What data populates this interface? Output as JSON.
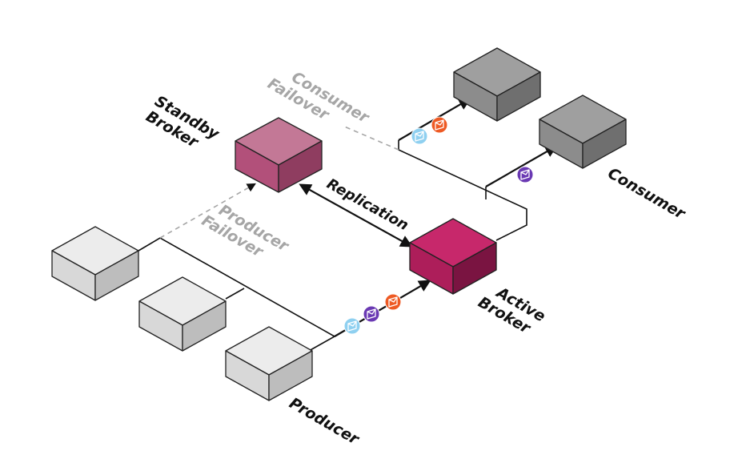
{
  "labels": {
    "standby_broker": [
      "Standby",
      "Broker"
    ],
    "consumer_failover": [
      "Consumer",
      "Failover"
    ],
    "producer_failover": [
      "Producer",
      "Failover"
    ],
    "replication": "Replication",
    "active_broker": [
      "Active",
      "Broker"
    ],
    "consumer": "Consumer",
    "producer": "Producer"
  },
  "colors": {
    "standby_top": "#c37896",
    "standby_left": "#b2507a",
    "standby_right": "#8f3d60",
    "active_top": "#c7286b",
    "active_left": "#ad1e5a",
    "active_right": "#7a1441",
    "consumer_top": "#9f9f9f",
    "consumer_left": "#8c8c8c",
    "consumer_right": "#6f6f6f",
    "producer_top": "#ececec",
    "producer_left": "#d8d8d8",
    "producer_right": "#bdbdbd",
    "message_blue": "#8fd0f0",
    "message_purple": "#6a39b3",
    "message_orange": "#ee5a24",
    "failover_gray": "#a6a6a6"
  },
  "icons": [
    "message-envelope-icon"
  ]
}
